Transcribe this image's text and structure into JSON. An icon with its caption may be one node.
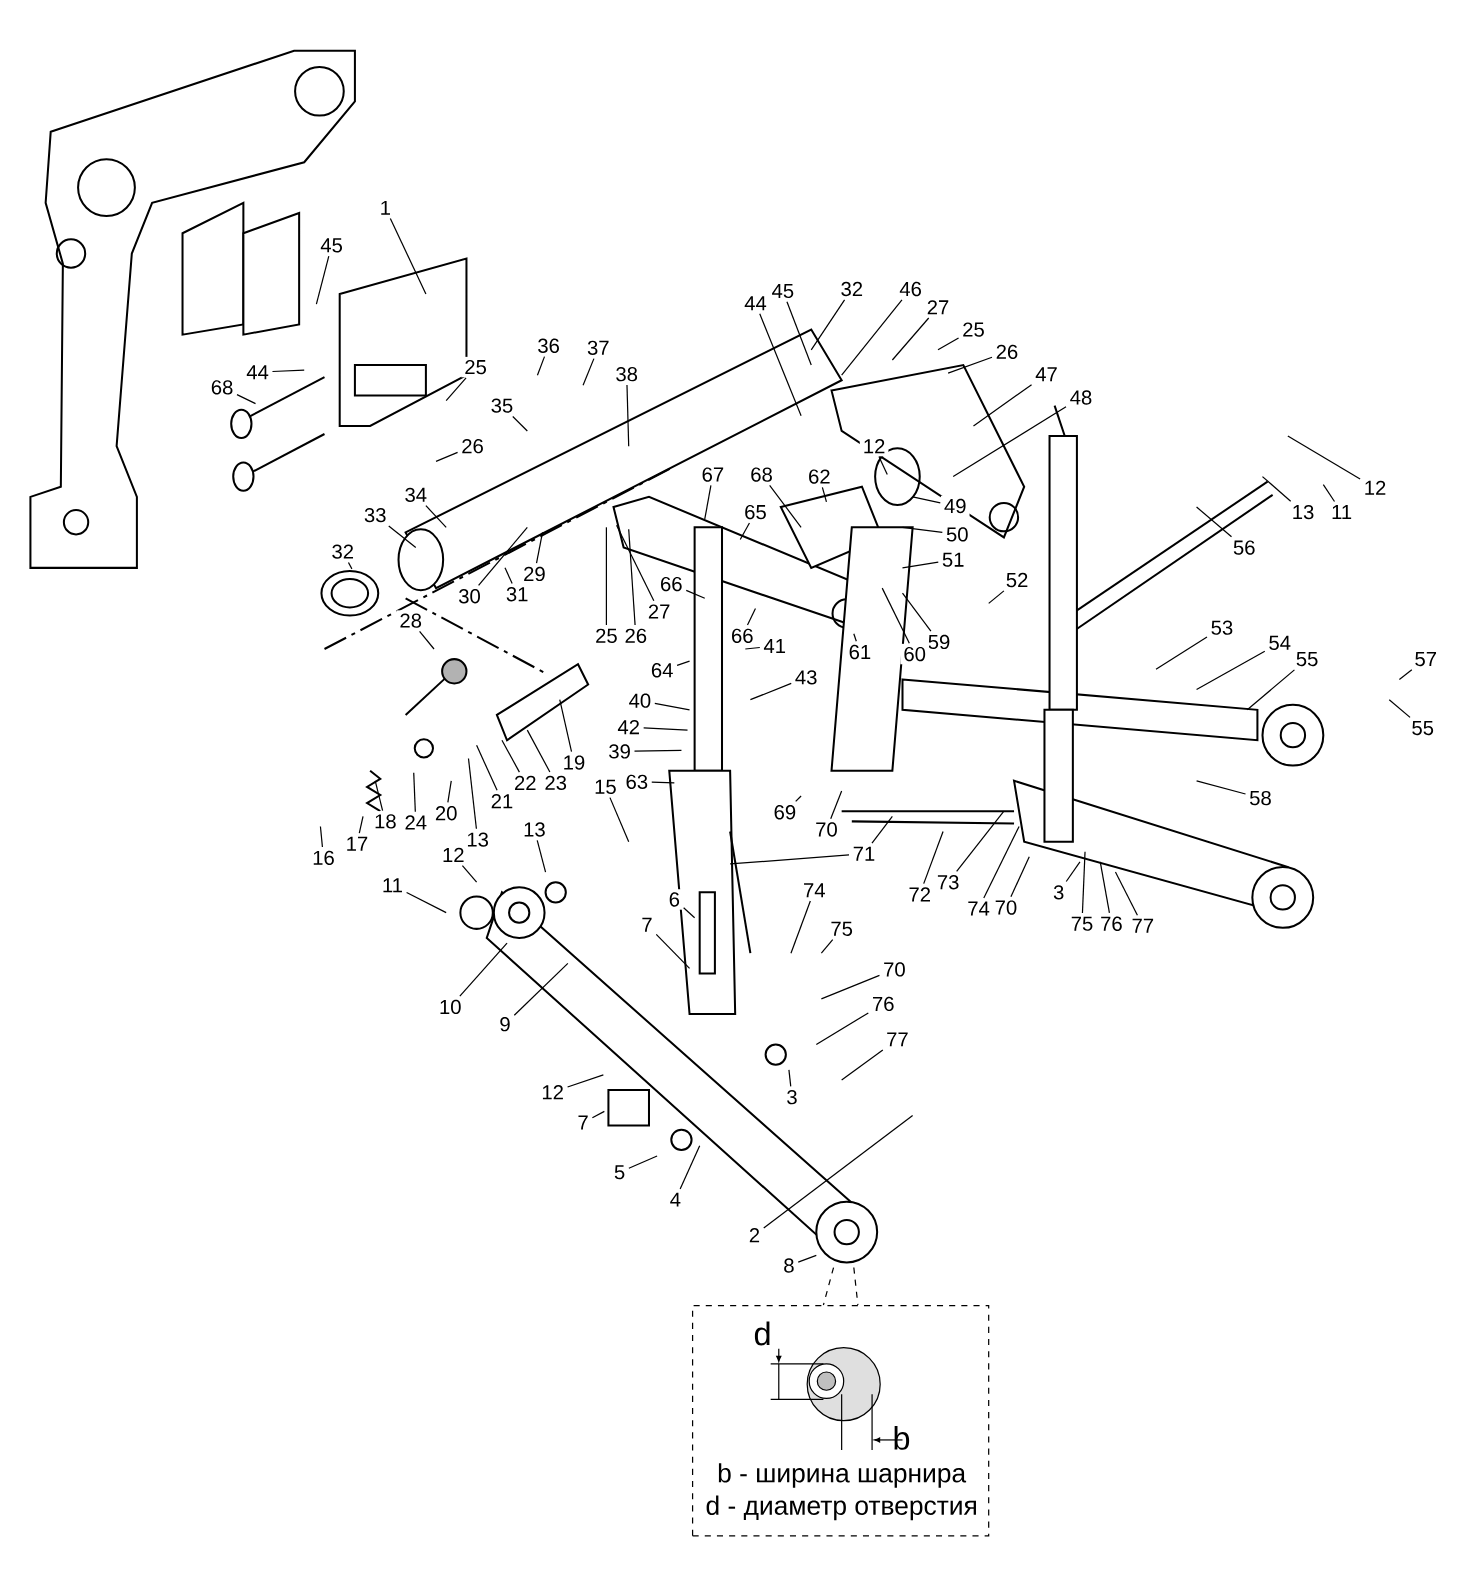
{
  "diagram": {
    "nodes": [
      {
        "text": [
          "1"
        ]
      },
      {
        "text": [
          "45"
        ]
      },
      {
        "text": [
          "44"
        ]
      },
      {
        "text": [
          "68"
        ]
      },
      {
        "text": [
          "25"
        ]
      },
      {
        "text": [
          "36"
        ]
      },
      {
        "text": [
          "37"
        ]
      },
      {
        "text": [
          "38"
        ]
      },
      {
        "text": [
          "35"
        ]
      },
      {
        "text": [
          "26"
        ]
      },
      {
        "text": [
          "34"
        ]
      },
      {
        "text": [
          "33"
        ]
      },
      {
        "text": [
          "32"
        ]
      },
      {
        "text": [
          "30"
        ]
      },
      {
        "text": [
          "31"
        ]
      },
      {
        "text": [
          "29"
        ]
      },
      {
        "text": [
          "44"
        ]
      },
      {
        "text": [
          "45"
        ]
      },
      {
        "text": [
          "32"
        ]
      },
      {
        "text": [
          "46"
        ]
      },
      {
        "text": [
          "27"
        ]
      },
      {
        "text": [
          "25"
        ]
      },
      {
        "text": [
          "26"
        ]
      },
      {
        "text": [
          "47"
        ]
      },
      {
        "text": [
          "48"
        ]
      },
      {
        "text": [
          "12"
        ]
      },
      {
        "text": [
          "12"
        ]
      },
      {
        "text": [
          "11"
        ]
      },
      {
        "text": [
          "13"
        ]
      },
      {
        "text": [
          "56"
        ]
      },
      {
        "text": [
          "67"
        ]
      },
      {
        "text": [
          "68"
        ]
      },
      {
        "text": [
          "62"
        ]
      },
      {
        "text": [
          "65"
        ]
      },
      {
        "text": [
          "49"
        ]
      },
      {
        "text": [
          "50"
        ]
      },
      {
        "text": [
          "51"
        ]
      },
      {
        "text": [
          "52"
        ]
      },
      {
        "text": [
          "27"
        ]
      },
      {
        "text": [
          "66"
        ]
      },
      {
        "text": [
          "25"
        ]
      },
      {
        "text": [
          "26"
        ]
      },
      {
        "text": [
          "66"
        ]
      },
      {
        "text": [
          "61"
        ]
      },
      {
        "text": [
          "59"
        ]
      },
      {
        "text": [
          "60"
        ]
      },
      {
        "text": [
          "53"
        ]
      },
      {
        "text": [
          "54"
        ]
      },
      {
        "text": [
          "55"
        ]
      },
      {
        "text": [
          "57"
        ]
      },
      {
        "text": [
          "28"
        ]
      },
      {
        "text": [
          "41"
        ]
      },
      {
        "text": [
          "64"
        ]
      },
      {
        "text": [
          "43"
        ]
      },
      {
        "text": [
          "40"
        ]
      },
      {
        "text": [
          "42"
        ]
      },
      {
        "text": [
          "55"
        ]
      },
      {
        "text": [
          "39"
        ]
      },
      {
        "text": [
          "19"
        ]
      },
      {
        "text": [
          "63"
        ]
      },
      {
        "text": [
          "23"
        ]
      },
      {
        "text": [
          "22"
        ]
      },
      {
        "text": [
          "15"
        ]
      },
      {
        "text": [
          "58"
        ]
      },
      {
        "text": [
          "21"
        ]
      },
      {
        "text": [
          "69"
        ]
      },
      {
        "text": [
          "24"
        ]
      },
      {
        "text": [
          "20"
        ]
      },
      {
        "text": [
          "18"
        ]
      },
      {
        "text": [
          "70"
        ]
      },
      {
        "text": [
          "13"
        ]
      },
      {
        "text": [
          "17"
        ]
      },
      {
        "text": [
          "13"
        ]
      },
      {
        "text": [
          "71"
        ]
      },
      {
        "text": [
          "16"
        ]
      },
      {
        "text": [
          "12"
        ]
      },
      {
        "text": [
          "72"
        ]
      },
      {
        "text": [
          "73"
        ]
      },
      {
        "text": [
          "74"
        ]
      },
      {
        "text": [
          "70"
        ]
      },
      {
        "text": [
          "3"
        ]
      },
      {
        "text": [
          "75"
        ]
      },
      {
        "text": [
          "76"
        ]
      },
      {
        "text": [
          "77"
        ]
      },
      {
        "text": [
          "11"
        ]
      },
      {
        "text": [
          "6"
        ]
      },
      {
        "text": [
          "74"
        ]
      },
      {
        "text": [
          "7"
        ]
      },
      {
        "text": [
          "75"
        ]
      },
      {
        "text": [
          "70"
        ]
      },
      {
        "text": [
          "76"
        ]
      },
      {
        "text": [
          "10"
        ]
      },
      {
        "text": [
          "9"
        ]
      },
      {
        "text": [
          "77"
        ]
      },
      {
        "text": [
          "12"
        ]
      },
      {
        "text": [
          "3"
        ]
      },
      {
        "text": [
          "7"
        ]
      },
      {
        "text": [
          "5"
        ]
      },
      {
        "text": [
          "4"
        ]
      },
      {
        "text": [
          "2"
        ]
      },
      {
        "text": [
          "8"
        ]
      },
      {
        "text": [
          "d",
          "b",
          "b -  ширина шарнира",
          "d - диаметр отверстия"
        ]
      }
    ],
    "edges": [
      {
        "from": 0,
        "to": null,
        "arrow": "none"
      },
      {
        "from": 1,
        "to": null,
        "arrow": "none"
      },
      {
        "from": 2,
        "to": null,
        "arrow": "none"
      },
      {
        "from": 3,
        "to": null,
        "arrow": "none"
      },
      {
        "from": 4,
        "to": null,
        "arrow": "none"
      },
      {
        "from": 5,
        "to": null,
        "arrow": "none"
      },
      {
        "from": 6,
        "to": null,
        "arrow": "none"
      },
      {
        "from": 7,
        "to": null,
        "arrow": "none"
      },
      {
        "from": 8,
        "to": null,
        "arrow": "none"
      },
      {
        "from": 9,
        "to": null,
        "arrow": "none"
      },
      {
        "from": 10,
        "to": null,
        "arrow": "none"
      },
      {
        "from": 11,
        "to": null,
        "arrow": "none"
      },
      {
        "from": 12,
        "to": null,
        "arrow": "none"
      },
      {
        "from": 13,
        "to": null,
        "arrow": "none"
      },
      {
        "from": 14,
        "to": null,
        "arrow": "none"
      },
      {
        "from": 15,
        "to": null,
        "arrow": "none"
      },
      {
        "from": 16,
        "to": null,
        "arrow": "none"
      },
      {
        "from": 17,
        "to": null,
        "arrow": "none"
      },
      {
        "from": 18,
        "to": null,
        "arrow": "none"
      },
      {
        "from": 19,
        "to": null,
        "arrow": "none"
      },
      {
        "from": 20,
        "to": null,
        "arrow": "none"
      },
      {
        "from": 21,
        "to": null,
        "arrow": "none"
      },
      {
        "from": 22,
        "to": null,
        "arrow": "none"
      },
      {
        "from": 23,
        "to": null,
        "arrow": "none"
      },
      {
        "from": 24,
        "to": null,
        "arrow": "none"
      },
      {
        "from": 25,
        "to": null,
        "arrow": "none"
      },
      {
        "from": 26,
        "to": null,
        "arrow": "none"
      },
      {
        "from": 27,
        "to": null,
        "arrow": "none"
      },
      {
        "from": 28,
        "to": null,
        "arrow": "none"
      },
      {
        "from": 29,
        "to": null,
        "arrow": "none"
      },
      {
        "from": 30,
        "to": null,
        "arrow": "none"
      },
      {
        "from": 31,
        "to": null,
        "arrow": "none"
      },
      {
        "from": 32,
        "to": null,
        "arrow": "none"
      },
      {
        "from": 33,
        "to": null,
        "arrow": "none"
      },
      {
        "from": 34,
        "to": null,
        "arrow": "none"
      },
      {
        "from": 35,
        "to": null,
        "arrow": "none"
      },
      {
        "from": 36,
        "to": null,
        "arrow": "none"
      },
      {
        "from": 37,
        "to": null,
        "arrow": "none"
      },
      {
        "from": 38,
        "to": null,
        "arrow": "none"
      },
      {
        "from": 39,
        "to": null,
        "arrow": "none"
      },
      {
        "from": 40,
        "to": null,
        "arrow": "none"
      },
      {
        "from": 41,
        "to": null,
        "arrow": "none"
      },
      {
        "from": 42,
        "to": null,
        "arrow": "none"
      },
      {
        "from": 43,
        "to": null,
        "arrow": "none"
      },
      {
        "from": 44,
        "to": null,
        "arrow": "none"
      },
      {
        "from": 45,
        "to": null,
        "arrow": "none"
      },
      {
        "from": 46,
        "to": null,
        "arrow": "none"
      },
      {
        "from": 47,
        "to": null,
        "arrow": "none"
      },
      {
        "from": 48,
        "to": null,
        "arrow": "none"
      },
      {
        "from": 49,
        "to": null,
        "arrow": "none"
      },
      {
        "from": 50,
        "to": null,
        "arrow": "none"
      },
      {
        "from": 51,
        "to": null,
        "arrow": "none"
      },
      {
        "from": 52,
        "to": null,
        "arrow": "none"
      },
      {
        "from": 53,
        "to": null,
        "arrow": "none"
      },
      {
        "from": 54,
        "to": null,
        "arrow": "none"
      },
      {
        "from": 55,
        "to": null,
        "arrow": "none"
      },
      {
        "from": 56,
        "to": null,
        "arrow": "none"
      },
      {
        "from": 57,
        "to": null,
        "arrow": "none"
      },
      {
        "from": 58,
        "to": null,
        "arrow": "none"
      },
      {
        "from": 59,
        "to": null,
        "arrow": "none"
      },
      {
        "from": 60,
        "to": null,
        "arrow": "none"
      },
      {
        "from": 61,
        "to": null,
        "arrow": "none"
      },
      {
        "from": 62,
        "to": null,
        "arrow": "none"
      },
      {
        "from": 63,
        "to": null,
        "arrow": "none"
      },
      {
        "from": 64,
        "to": null,
        "arrow": "none"
      },
      {
        "from": 65,
        "to": null,
        "arrow": "none"
      },
      {
        "from": 66,
        "to": null,
        "arrow": "none"
      },
      {
        "from": 67,
        "to": null,
        "arrow": "none"
      },
      {
        "from": 68,
        "to": null,
        "arrow": "none"
      },
      {
        "from": 69,
        "to": null,
        "arrow": "none"
      },
      {
        "from": 70,
        "to": null,
        "arrow": "none"
      },
      {
        "from": 71,
        "to": null,
        "arrow": "none"
      },
      {
        "from": 72,
        "to": null,
        "arrow": "none"
      },
      {
        "from": 73,
        "to": null,
        "arrow": "none"
      },
      {
        "from": 73,
        "to": null,
        "arrow": "none"
      },
      {
        "from": 74,
        "to": null,
        "arrow": "none"
      },
      {
        "from": 75,
        "to": null,
        "arrow": "none"
      },
      {
        "from": 76,
        "to": null,
        "arrow": "none"
      },
      {
        "from": 77,
        "to": null,
        "arrow": "none"
      },
      {
        "from": 78,
        "to": null,
        "arrow": "none"
      },
      {
        "from": 79,
        "to": null,
        "arrow": "none"
      },
      {
        "from": 80,
        "to": null,
        "arrow": "none"
      },
      {
        "from": 81,
        "to": null,
        "arrow": "none"
      },
      {
        "from": 82,
        "to": null,
        "arrow": "none"
      },
      {
        "from": 83,
        "to": null,
        "arrow": "none"
      },
      {
        "from": 84,
        "to": null,
        "arrow": "none"
      },
      {
        "from": 85,
        "to": null,
        "arrow": "none"
      },
      {
        "from": 86,
        "to": null,
        "arrow": "none"
      },
      {
        "from": 87,
        "to": null,
        "arrow": "none"
      },
      {
        "from": 88,
        "to": null,
        "arrow": "none"
      },
      {
        "from": 89,
        "to": null,
        "arrow": "none"
      },
      {
        "from": 90,
        "to": null,
        "arrow": "none"
      },
      {
        "from": 91,
        "to": null,
        "arrow": "none"
      },
      {
        "from": 92,
        "to": null,
        "arrow": "none"
      },
      {
        "from": 93,
        "to": null,
        "arrow": "none"
      },
      {
        "from": 94,
        "to": null,
        "arrow": "none"
      },
      {
        "from": 95,
        "to": null,
        "arrow": "none"
      },
      {
        "from": 96,
        "to": null,
        "arrow": "none"
      },
      {
        "from": 97,
        "to": null,
        "arrow": "none"
      },
      {
        "from": 98,
        "to": null,
        "arrow": "none"
      },
      {
        "from": 99,
        "to": null,
        "arrow": "none"
      },
      {
        "from": 100,
        "to": null,
        "arrow": "none"
      },
      {
        "from": null,
        "to": 101,
        "arrow": "none",
        "style": "dashed"
      },
      {
        "from": null,
        "to": 101,
        "arrow": "none",
        "style": "dashed"
      }
    ]
  }
}
